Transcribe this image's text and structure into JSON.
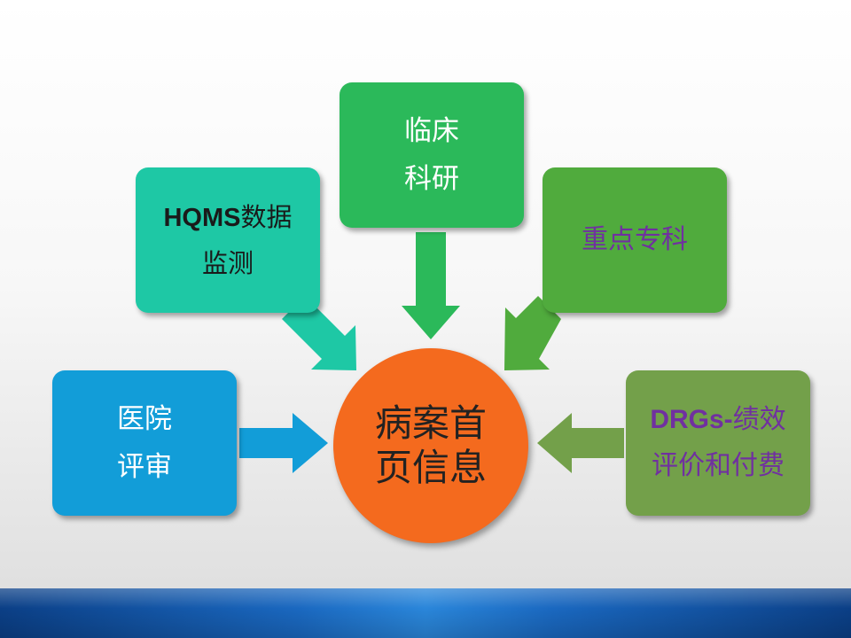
{
  "diagram": {
    "center": {
      "line1": "病案首",
      "line2": "页信息",
      "color": "#f46a1e"
    },
    "nodes": {
      "yiyuan": {
        "line1": "医院",
        "line2": "评审",
        "color": "#129dd8"
      },
      "hqms": {
        "line1_bold": "HQMS",
        "line1_rest": "数据",
        "line2": "监测",
        "color": "#1ec8a5"
      },
      "linchuang": {
        "line1": "临床",
        "line2": "科研",
        "color": "#2bb95a"
      },
      "zhongdian": {
        "line1": "重点专科",
        "color": "#50ab3d"
      },
      "drgs": {
        "line1_bold": "DRGs-",
        "line1_rest": "绩效",
        "line2": "评价和付费",
        "color": "#73a04a"
      }
    },
    "text_accent_color": "#7030a0",
    "footer_band_color": "#1a68c0"
  }
}
